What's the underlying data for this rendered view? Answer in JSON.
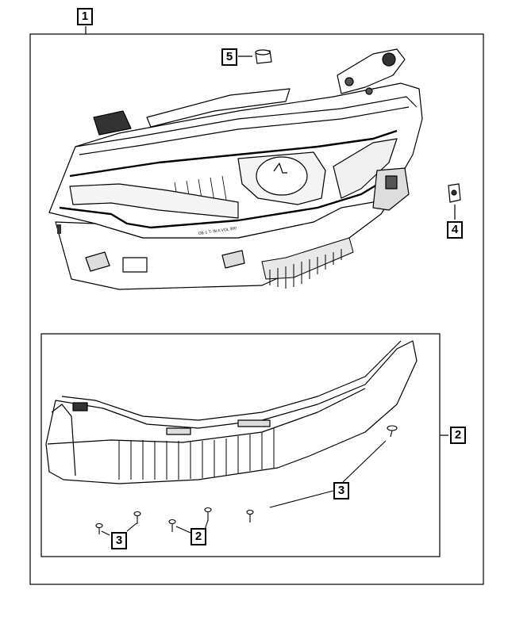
{
  "diagram": {
    "callouts": {
      "assembly": "1",
      "trim_bracket": "2",
      "trim_bracket_lower": "2",
      "screw_right": "3",
      "screw_left": "3",
      "clip": "4",
      "cap": "5"
    },
    "lamp_markings": "OE-1 T-  W  A   VOL 300",
    "colors": {
      "line": "#000000",
      "fill": "#ffffff",
      "shade": "#cfcfcf",
      "dark": "#222222"
    }
  }
}
